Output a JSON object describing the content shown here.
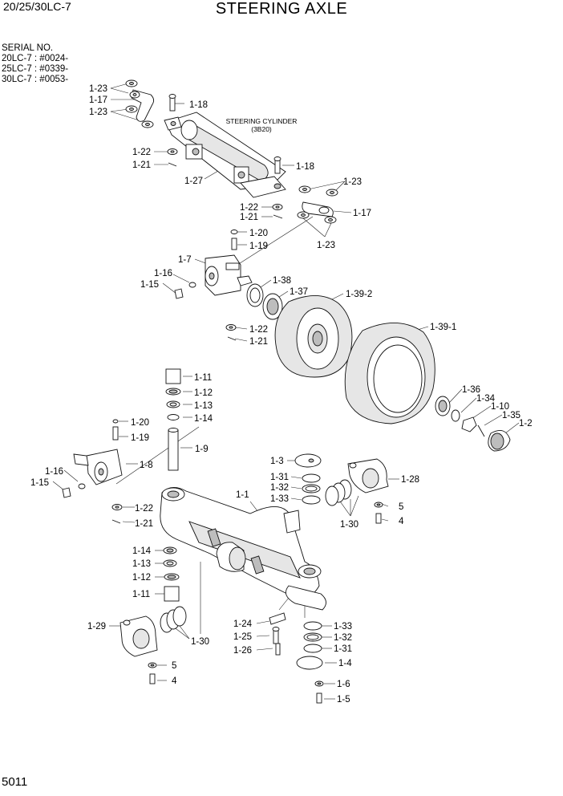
{
  "header": {
    "model": "20/25/30LC-7",
    "title": "STEERING AXLE",
    "serial_heading": "SERIAL NO.",
    "serials": [
      "20LC-7 : #0024-",
      "25LC-7 : #0339-",
      "30LC-7 : #0053-"
    ]
  },
  "caption": {
    "line1": "STEERING CYLINDER",
    "line2": "(3B20)"
  },
  "page_number": "5011",
  "callouts": {
    "c1": "1-23",
    "c2": "1-17",
    "c3": "1-23",
    "c4": "1-18",
    "c5": "1-22",
    "c6": "1-21",
    "c7": "1-27",
    "c8": "1-18",
    "c9": "1-23",
    "c10": "1-22",
    "c11": "1-21",
    "c12": "1-17",
    "c13": "1-23",
    "c14": "1-20",
    "c15": "1-19",
    "c16": "1-7",
    "c17": "1-16",
    "c18": "1-15",
    "c19": "1-38",
    "c20": "1-37",
    "c21": "1-39-2",
    "c22": "1-22",
    "c23": "1-21",
    "c24": "1-39-1",
    "c25": "1-11",
    "c26": "1-12",
    "c27": "1-13",
    "c28": "1-14",
    "c29": "1-20",
    "c30": "1-19",
    "c31": "1-9",
    "c32": "1-8",
    "c33": "1-16",
    "c34": "1-15",
    "c35": "1-22",
    "c36": "1-21",
    "c37": "1-36",
    "c38": "1-34",
    "c39": "1-10",
    "c40": "1-35",
    "c41": "1-2",
    "c42": "1-3",
    "c43": "1-31",
    "c44": "1-32",
    "c45": "1-33",
    "c46": "1-28",
    "c47": "1-1",
    "c48": "5",
    "c49": "4",
    "c50": "1-30",
    "c51": "1-14",
    "c52": "1-13",
    "c53": "1-12",
    "c54": "1-11",
    "c55": "1-29",
    "c56": "1-30",
    "c57": "5",
    "c58": "4",
    "c59": "1-24",
    "c60": "1-25",
    "c61": "1-26",
    "c62": "1-33",
    "c63": "1-32",
    "c64": "1-31",
    "c65": "1-4",
    "c66": "1-6",
    "c67": "1-5"
  }
}
